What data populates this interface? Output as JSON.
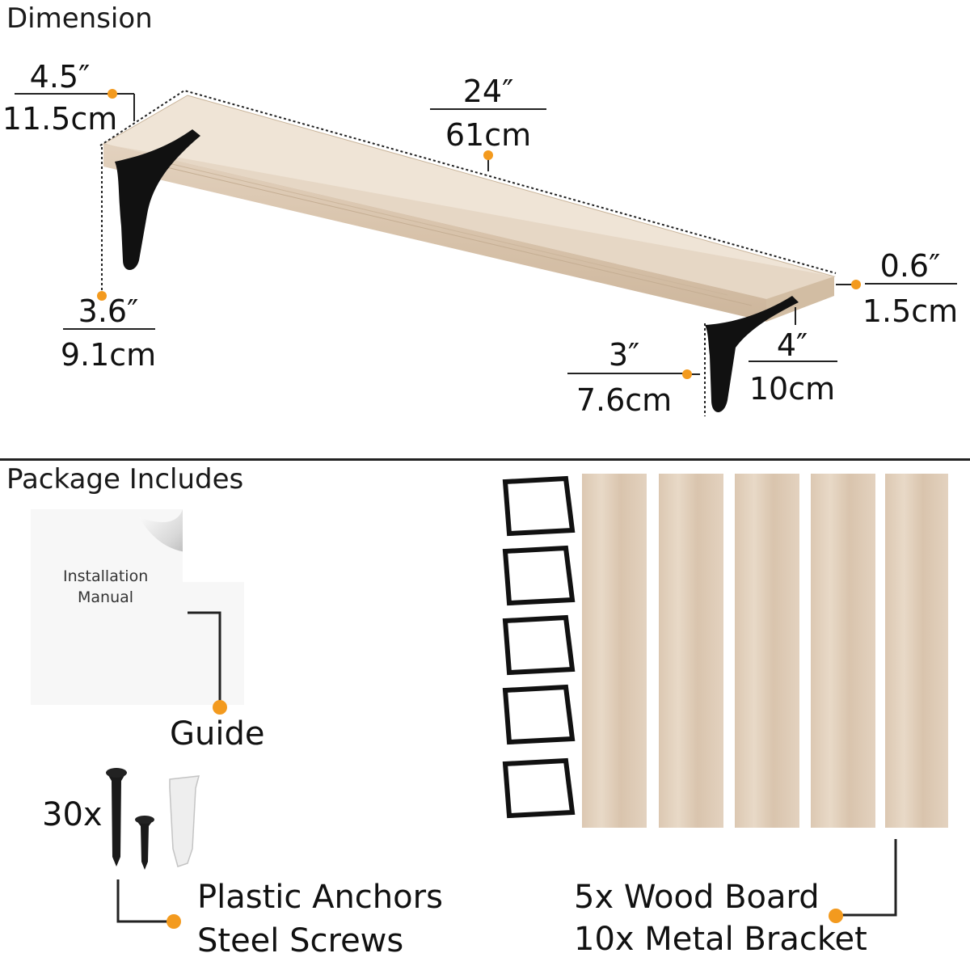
{
  "sections": {
    "dimension_title": "Dimension",
    "package_title": "Package Includes"
  },
  "dimensions": {
    "depth_in": "4.5″",
    "depth_cm": "11.5cm",
    "length_in": "24″",
    "length_cm": "61cm",
    "thickness_in": "0.6″",
    "thickness_cm": "1.5cm",
    "bracket_height_in": "3.6″",
    "bracket_height_cm": "9.1cm",
    "bracket_short_in": "3″",
    "bracket_short_cm": "7.6cm",
    "bracket_long_in": "4″",
    "bracket_long_cm": "10cm"
  },
  "package": {
    "manual_line1": "Installation",
    "manual_line2": "Manual",
    "guide_label": "Guide",
    "screw_count": "30x",
    "anchors_label": "Plastic Anchors",
    "screws_label": "Steel Screws",
    "boards_label": "5x Wood Board",
    "brackets_label": "10x Metal Bracket"
  },
  "colors": {
    "accent": "#f39a1e",
    "wood": "#ddc9b3",
    "bracket": "#111111"
  }
}
